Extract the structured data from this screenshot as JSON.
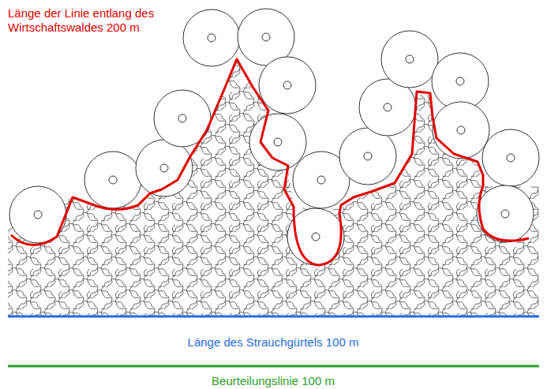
{
  "diagram": {
    "labels": [
      "Länge der Linie entlang des Wirtschaftswaldes 200 m",
      "Länge des Strauchgürtels 100 m",
      "Beurteilungslinie 100 m"
    ]
  }
}
